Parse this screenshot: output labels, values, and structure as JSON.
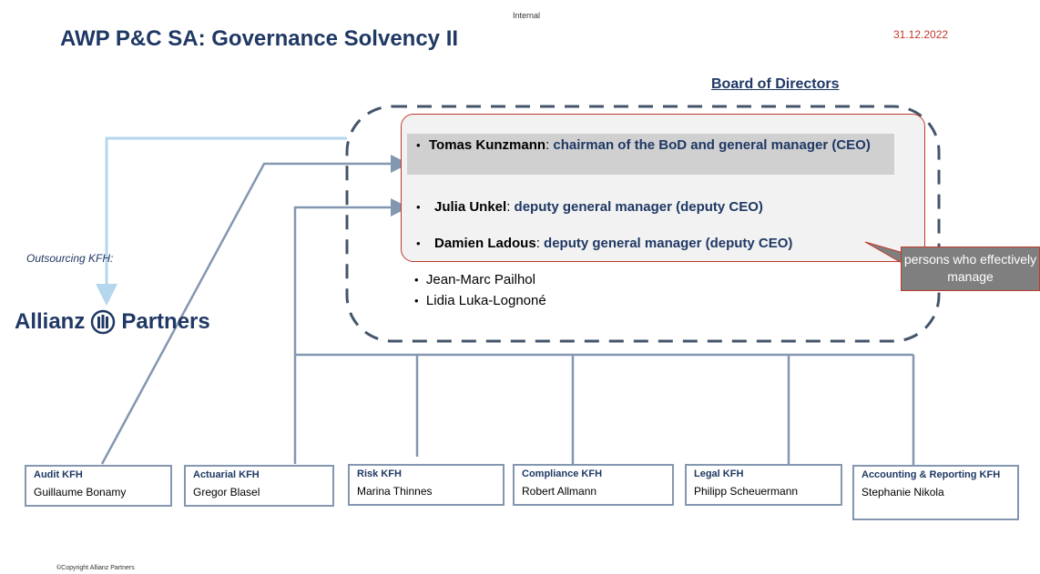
{
  "header": {
    "internal_label": "Internal",
    "title": "AWP P&C SA: Governance Solvency II",
    "date": "31.12.2022"
  },
  "board": {
    "title": "Board of Directors",
    "managers": [
      {
        "name": "Tomas Kunzmann",
        "separator": ": ",
        "role": "chairman of the BoD and general manager (CEO)"
      },
      {
        "name": "Julia Unkel",
        "separator": ": ",
        "role": "deputy general manager (deputy CEO)"
      },
      {
        "name": "Damien Ladous",
        "separator": ": ",
        "role": "deputy general manager (deputy CEO)"
      }
    ],
    "other_members": [
      "Jean-Marc Pailhol",
      "Lidia Luka-Lognoné"
    ],
    "callout": "persons who effectively manage"
  },
  "outsourcing": {
    "label": "Outsourcing KFH:",
    "logo_text_1": "Allianz",
    "logo_text_2": "Partners"
  },
  "kfh_boxes": [
    {
      "title": "Audit KFH",
      "person": "Guillaume Bonamy"
    },
    {
      "title": "Actuarial KFH",
      "person": "Gregor Blasel"
    },
    {
      "title": "Risk KFH",
      "person": "Marina Thinnes"
    },
    {
      "title": "Compliance KFH",
      "person": "Robert Allmann"
    },
    {
      "title": "Legal KFH",
      "person": "Philipp Scheuermann"
    },
    {
      "title": "Accounting & Reporting KFH",
      "person": "Stephanie Nikola"
    }
  ],
  "footer": {
    "copyright": "©Copyright Allianz Partners"
  },
  "colors": {
    "navy": "#1f3864",
    "connector": "#8497b0",
    "outsourcing_line": "#b4d7ee",
    "date_red": "#c0392b"
  }
}
